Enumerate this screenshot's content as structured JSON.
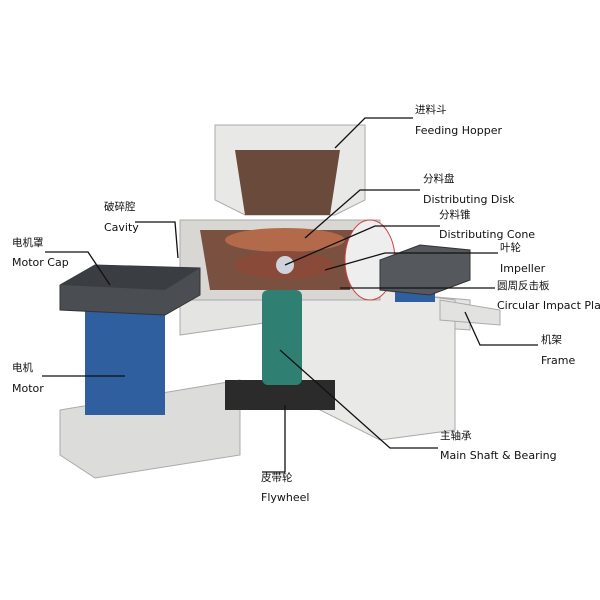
{
  "labels": {
    "feeding_hopper": {
      "zh": "进料斗",
      "en": "Feeding Hopper"
    },
    "distributing_disk": {
      "zh": "分料盘",
      "en": "Distributing Disk"
    },
    "distributing_cone": {
      "zh": "分料锥",
      "en": "Distributing Cone"
    },
    "impeller": {
      "zh": "叶轮",
      "en": "Impeller"
    },
    "circular_impact_plate": {
      "zh": "圆周反击板",
      "en": "Circular Impact Plate"
    },
    "frame": {
      "zh": "机架",
      "en": "Frame"
    },
    "main_shaft": {
      "zh": "主轴承",
      "en": "Main Shaft & Bearing"
    },
    "flywheel": {
      "zh": "皮带轮",
      "en": "Flywheel"
    },
    "motor": {
      "zh": "电机",
      "en": "Motor"
    },
    "motor_cap": {
      "zh": "电机罩",
      "en": "Motor Cap"
    },
    "cavity": {
      "zh": "破碎腔",
      "en": "Cavity"
    }
  },
  "colors": {
    "body": "#e6e6e4",
    "motor": "#2f5f9e",
    "cap": "#4a4d52",
    "shaft": "#2f7f72",
    "impeller": "#8a4a3a"
  }
}
